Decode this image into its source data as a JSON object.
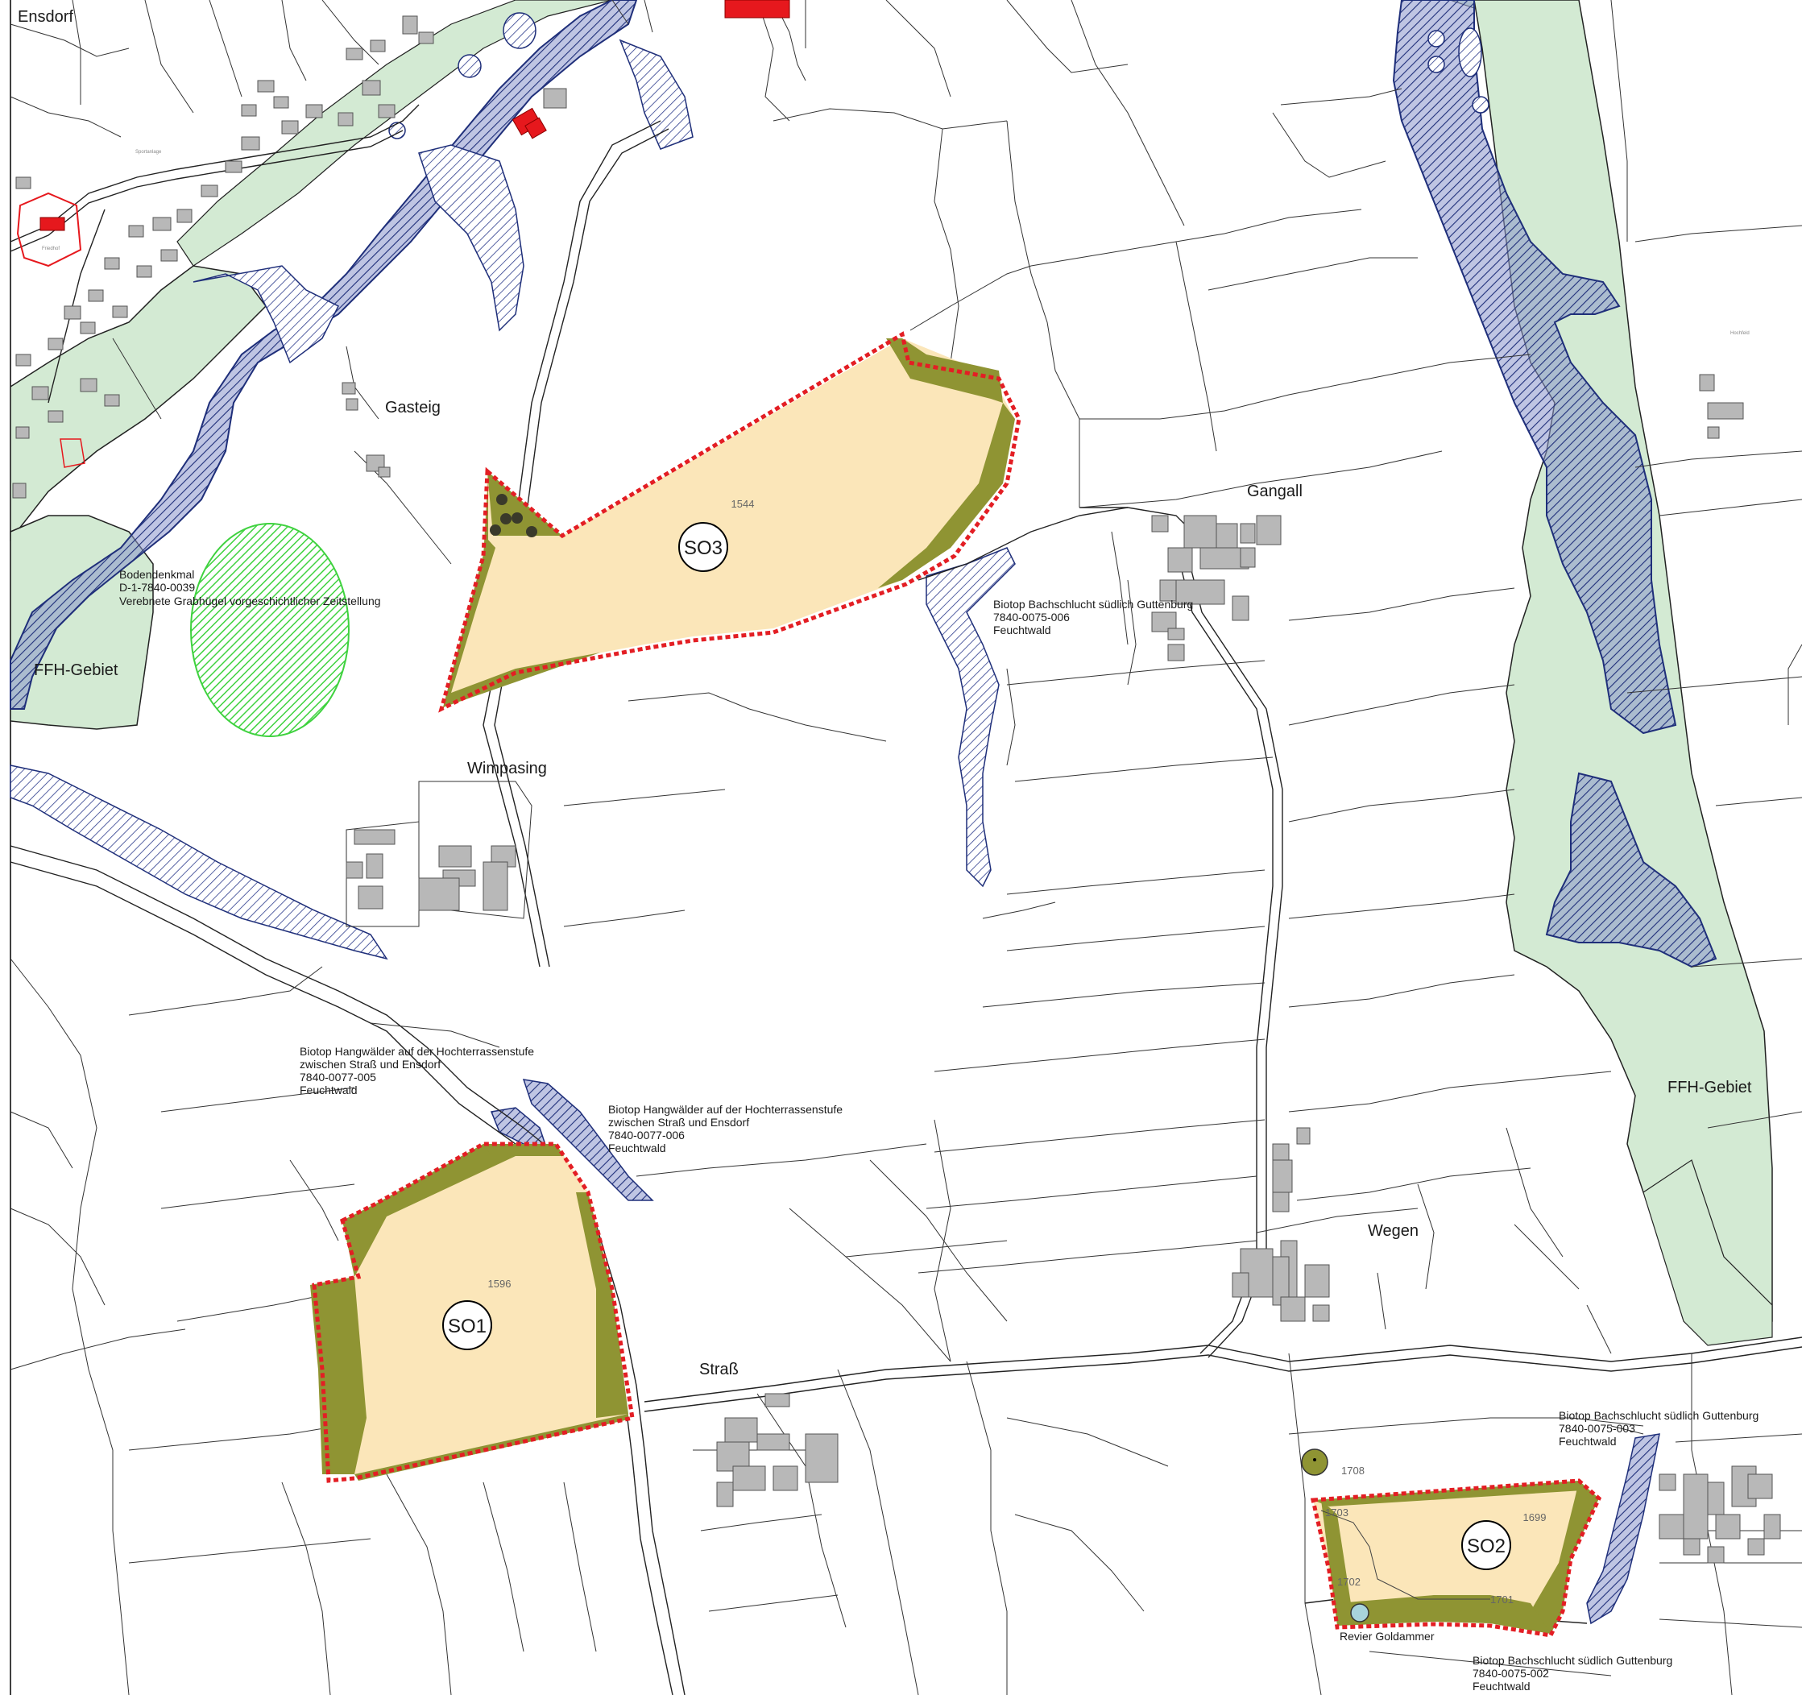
{
  "places": {
    "ensdorf": "Ensdorf",
    "gasteig": "Gasteig",
    "gangall": "Gangall",
    "wimpasing": "Wimpasing",
    "strass": "Straß",
    "wegen": "Wegen",
    "sportanlage": "Sportanlage",
    "friedhof": "Friedhof",
    "hochfeld": "Hochfeld"
  },
  "zones": {
    "so1": {
      "label": "SO1",
      "parcel": "1596"
    },
    "so2": {
      "label": "SO2",
      "parcel": "1699"
    },
    "so3": {
      "label": "SO3",
      "parcel": "1544"
    }
  },
  "parcels": {
    "p1708": "1708",
    "p1703": "1703",
    "p1702": "1702",
    "p1701": "1701"
  },
  "ffh": {
    "west": "FFH-Gebiet",
    "east": "FFH-Gebiet"
  },
  "bodendenkmal": {
    "line1": "Bodendenkmal",
    "line2": "D-1-7840-0039",
    "line3": "Verebnete Grabhügel vorgeschichtlicher Zeitstellung"
  },
  "biotop_006_north": {
    "line1": "Biotop Bachschlucht südlich Guttenburg",
    "line2": "7840-0075-006",
    "line3": "Feuchtwald"
  },
  "biotop_hang_005": {
    "line1": "Biotop Hangwälder auf der Hochterrassenstufe",
    "line2": "zwischen Straß und Ensdorf",
    "line3": "7840-0077-005",
    "line4": "Feuchtwald"
  },
  "biotop_hang_006": {
    "line1": "Biotop Hangwälder auf der Hochterrassenstufe",
    "line2": "zwischen Straß und Ensdorf",
    "line3": "7840-0077-006",
    "line4": "Feuchtwald"
  },
  "biotop_003": {
    "line1": "Biotop Bachschlucht südlich Guttenburg",
    "line2": "7840-0075-003",
    "line3": "Feuchtwald"
  },
  "biotop_002": {
    "line1": "Biotop Bachschlucht südlich Guttenburg",
    "line2": "7840-0075-002",
    "line3": "Feuchtwald"
  },
  "revier": "Revier Goldammer",
  "colors": {
    "so_fill": "#fbe6b9",
    "buffer_green": "#8f9433",
    "boundary_red": "#e31e24",
    "ffh_green": "#d3ead3",
    "biotop_blue": "#2b3a8c",
    "denkmal_green": "#4fd94f",
    "building_red": "#e6181d",
    "building_grey": "#b8b8b8"
  }
}
